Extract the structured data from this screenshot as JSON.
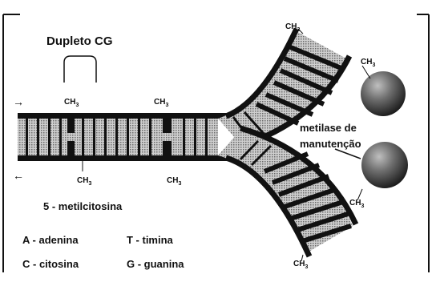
{
  "diagram": {
    "title": "Dupleto CG",
    "methyl_label": "CH",
    "methyl_subscript": "3",
    "arrow_top": "→",
    "arrow_bottom": "←",
    "methylcytosine_label": "5 - metilcitosina",
    "enzyme_label_line1": "metilase de",
    "enzyme_label_line2": "manutenção",
    "legend": [
      {
        "text": "A - adenina"
      },
      {
        "text": "T - timina"
      },
      {
        "text": "C - citosina"
      },
      {
        "text": "G - guanina"
      }
    ]
  }
}
